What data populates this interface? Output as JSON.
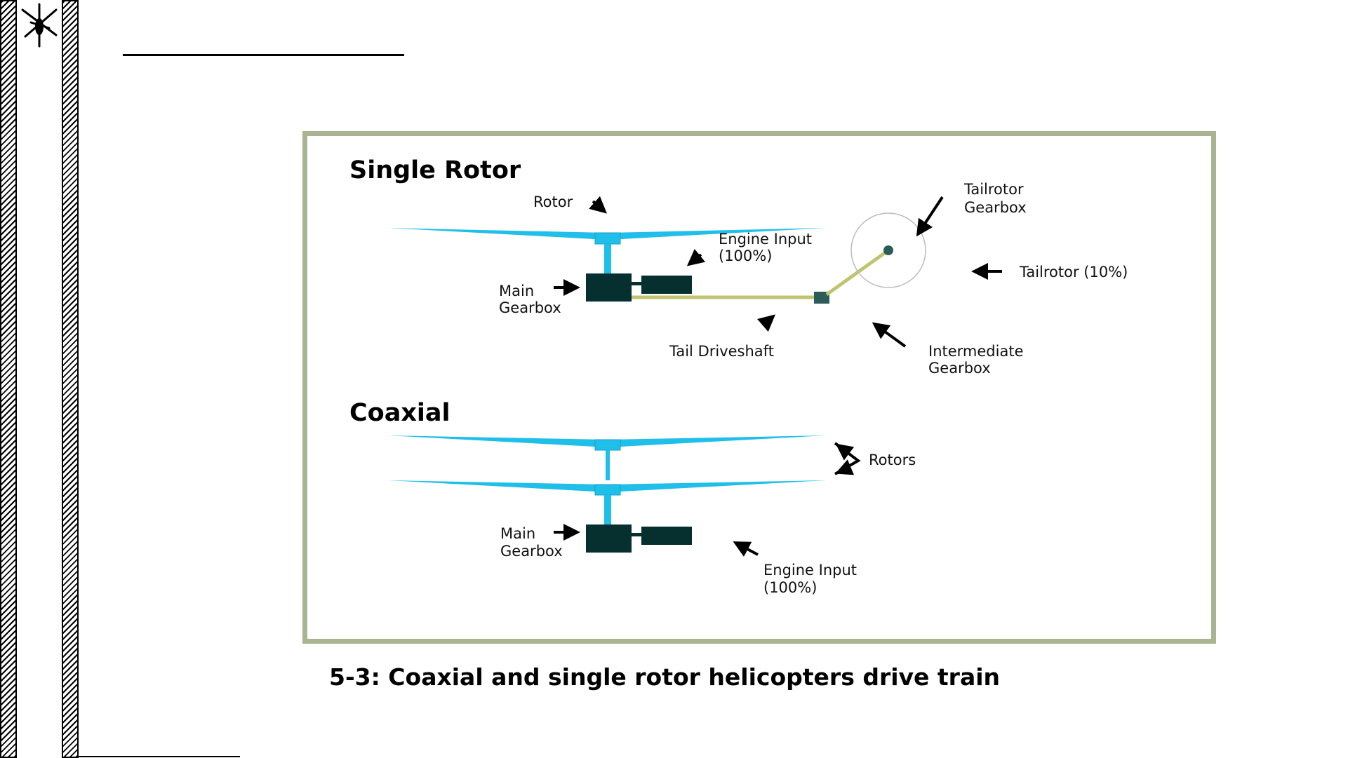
{
  "colors": {
    "rotor": "#20bfe9",
    "gearbox": "#06302f",
    "driveshaft": "#c0c472",
    "frame": "#a9b591",
    "intermediate_gearbox": "#2d5b58"
  },
  "icons": [
    "helicopter-logo-icon"
  ],
  "diagram": {
    "single_rotor": {
      "heading": "Single Rotor",
      "rotor_label": "Rotor",
      "engine_input": [
        "Engine Input",
        "(100%)"
      ],
      "main_gearbox": [
        "Main",
        "Gearbox"
      ],
      "tail_driveshaft": "Tail Driveshaft",
      "intermediate_gearbox": [
        "Intermediate",
        "Gearbox"
      ],
      "tailrotor_gearbox": [
        "Tailrotor",
        "Gearbox"
      ],
      "tailrotor": "Tailrotor (10%)"
    },
    "coaxial": {
      "heading": "Coaxial",
      "rotors_label": "Rotors",
      "main_gearbox": [
        "Main",
        "Gearbox"
      ],
      "engine_input": [
        "Engine Input",
        "(100%)"
      ]
    }
  },
  "caption": "5-3: Coaxial and single rotor helicopters drive train"
}
